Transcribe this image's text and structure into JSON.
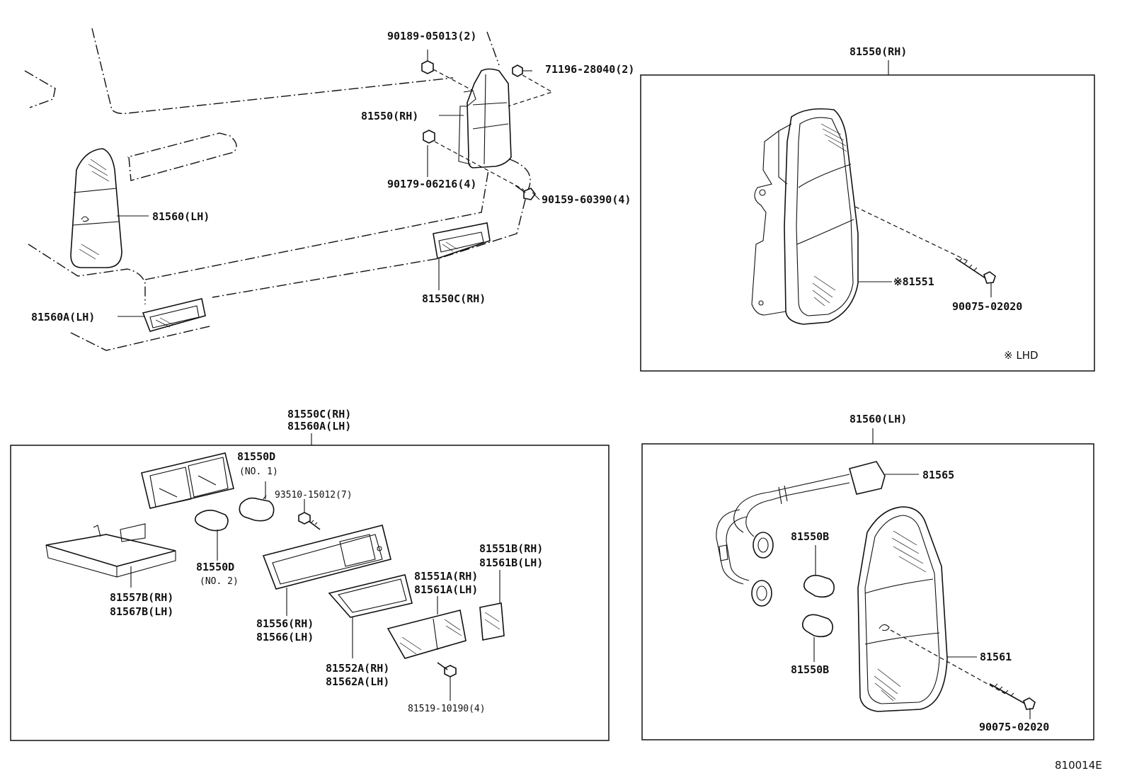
{
  "overview": {
    "labels": {
      "clip_upper": "90189-05013(2)",
      "clip_upper_right": "71196-28040(2)",
      "lamp_rh": "81550(RH)",
      "nut": "90179-06216(4)",
      "screw": "90159-60390(4)",
      "lamp_lh": "81560(LH)",
      "reflex_rh": "81550C(RH)",
      "reflex_lh": "81560A(LH)"
    }
  },
  "panel_rh": {
    "title": "81550(RH)",
    "lens_label": "※81551",
    "screw_label": "90075-02020",
    "note": "※ LHD"
  },
  "panel_reflex": {
    "title_line1": "81550C(RH)",
    "title_line2": "81560A(LH)",
    "labels": {
      "bulb1_line1": "81550D",
      "bulb1_line2": "(NO. 1)",
      "screw": "93510-15012(7)",
      "bulb2_line1": "81550D",
      "bulb2_line2": "(NO. 2)",
      "bracket_line1": "81557B(RH)",
      "bracket_line2": "81567B(LH)",
      "lens_small_line1": "81551B(RH)",
      "lens_small_line2": "81561B(LH)",
      "lens_a_line1": "81551A(RH)",
      "lens_a_line2": "81561A(LH)",
      "housing_line1": "81556(RH)",
      "housing_line2": "81566(LH)",
      "gasket_line1": "81552A(RH)",
      "gasket_line2": "81562A(LH)",
      "screw_bottom": "81519-10190(4)"
    }
  },
  "panel_lh": {
    "title": "81560(LH)",
    "labels": {
      "socket": "81565",
      "bulb_top": "81550B",
      "lens": "81561",
      "bulb_bottom": "81550B",
      "screw": "90075-02020"
    }
  },
  "diagram_id": "810014E"
}
